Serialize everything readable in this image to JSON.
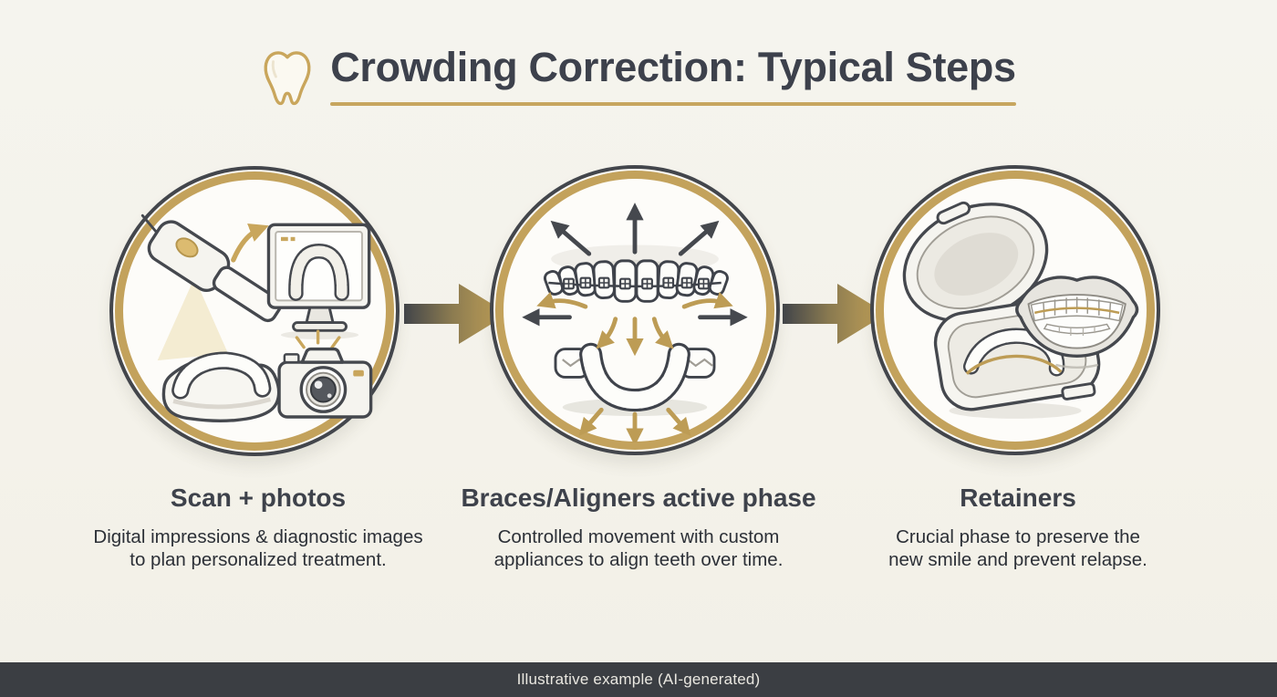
{
  "page": {
    "background": "#f4f2ea",
    "accent_gold": "#c3a25c",
    "ink": "#3d414c",
    "footer_background": "#3b3e43"
  },
  "header": {
    "icon": "tooth-icon",
    "title": "Crowding Correction: Typical Steps"
  },
  "steps": [
    {
      "heading": "Scan + photos",
      "description": "Digital impressions & diagnostic images to plan personalized treatment.",
      "illustration": {
        "icons": [
          "intraoral-scanner-icon",
          "scan-monitor-icon",
          "dental-model-icon",
          "camera-icon",
          "gold-curved-arrow-icon",
          "light-beam"
        ]
      }
    },
    {
      "heading": "Braces/Aligners active phase",
      "description": "Controlled movement with custom appliances to align teeth over time.",
      "illustration": {
        "icons": [
          "upper-teeth-braces-icon",
          "lower-teeth-aligner-icon",
          "outward-movement-arrows-icon"
        ]
      }
    },
    {
      "heading": "Retainers",
      "description": "Crucial phase to preserve the new smile and prevent relapse.",
      "illustration": {
        "icons": [
          "retainer-case-icon",
          "retainer-icon",
          "smile-with-retainer-icon"
        ]
      }
    }
  ],
  "connectors": [
    "flow-arrow-right",
    "flow-arrow-right"
  ],
  "footer": {
    "text": "Illustrative example (AI-generated)"
  }
}
